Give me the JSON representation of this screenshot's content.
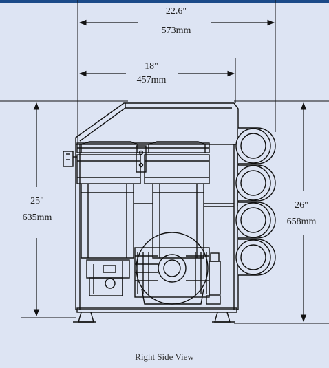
{
  "dimensions": {
    "overall_width": {
      "inches": "22.6\"",
      "mm": "573mm"
    },
    "frame_width": {
      "inches": "18\"",
      "mm": "457mm"
    },
    "frame_height": {
      "inches": "25\"",
      "mm": "635mm"
    },
    "overall_height": {
      "inches": "26\"",
      "mm": "658mm"
    }
  },
  "caption": "Right Side View",
  "colors": {
    "background": "#dde4f3",
    "top_bar": "#1b4a88",
    "line": "#111111"
  }
}
